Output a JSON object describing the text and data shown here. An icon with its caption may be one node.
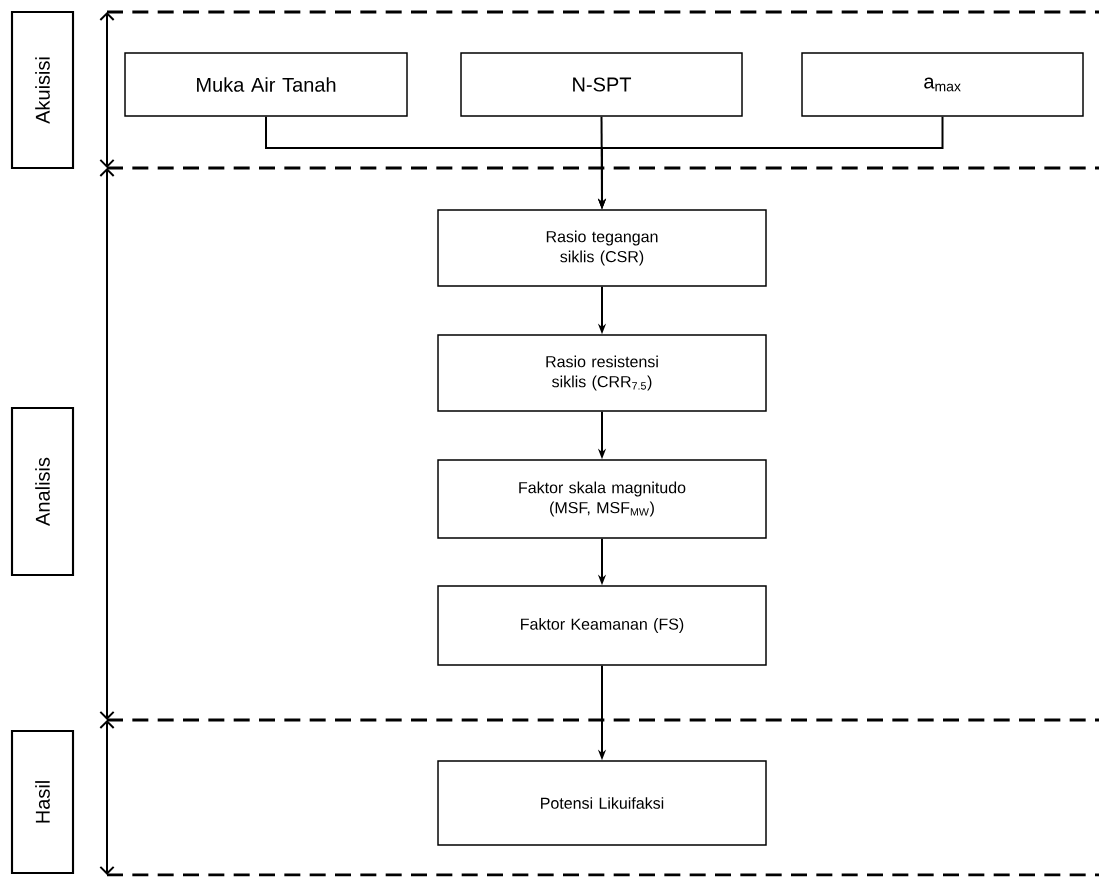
{
  "diagram": {
    "nodes": [
      {
        "text": [
          "Akuisisi"
        ]
      },
      {
        "text": [
          "Analisis"
        ]
      },
      {
        "text": [
          "Hasil"
        ]
      },
      {
        "text": [
          "Muka Air Tanah"
        ]
      },
      {
        "text": [
          "N-SPT"
        ]
      },
      {
        "text": [
          "a$_{max}$"
        ]
      },
      {
        "text": [
          "Rasio tegangan siklis (CSR)"
        ]
      },
      {
        "text": [
          "Rasio resistensi siklis (CRR$_{7.5}$)"
        ]
      },
      {
        "text": [
          "Faktor skala magnitudo (MSF, MSF$_{MW}$)"
        ]
      },
      {
        "text": [
          "Faktor Keamanan (FS)"
        ]
      },
      {
        "text": [
          "Potensi Likuifaksi"
        ]
      }
    ],
    "edges": [
      {
        "from": 3,
        "to": 6,
        "arrow": "to"
      },
      {
        "from": 4,
        "to": 6,
        "arrow": "to"
      },
      {
        "from": 5,
        "to": 6,
        "arrow": "to"
      },
      {
        "from": 6,
        "to": 7,
        "arrow": "to"
      },
      {
        "from": 7,
        "to": 8,
        "arrow": "to"
      },
      {
        "from": 8,
        "to": 9,
        "arrow": "to"
      },
      {
        "from": 9,
        "to": 10,
        "arrow": "to"
      }
    ]
  }
}
